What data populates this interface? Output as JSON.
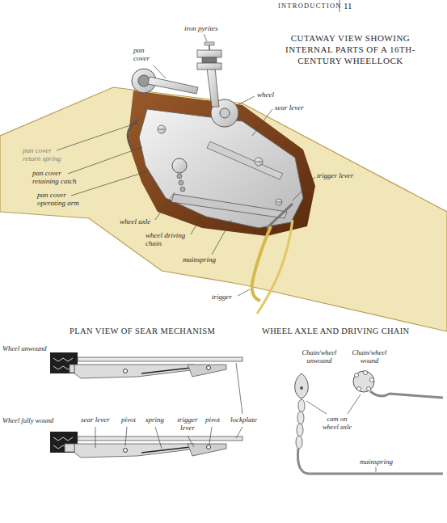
{
  "diagram": {
    "title": "CUTAWAY VIEW SHOWING INTERNAL PARTS OF A 16TH-CENTURY WHEELLOCK",
    "labels": [
      "INTRODUCTION",
      "11",
      "iron pyrites",
      "pan cover",
      "wheel",
      "sear lever",
      "pan cover return spring",
      "pan cover retaining catch",
      "pan cover operating arm",
      "trigger lever",
      "wheel axle",
      "wheel driving chain",
      "mainspring",
      "trigger",
      "PLAN VIEW OF SEAR MECHANISM",
      "WHEEL AXLE AND DRIVING CHAIN",
      "Wheel unwound",
      "Chain/wheel unwound",
      "Chain/wheel wound",
      "Wheel fully wound",
      "sear lever",
      "pivot",
      "spring",
      "trigger lever",
      "pivot",
      "lockplate",
      "cam on wheel axle",
      "mainspring"
    ]
  }
}
